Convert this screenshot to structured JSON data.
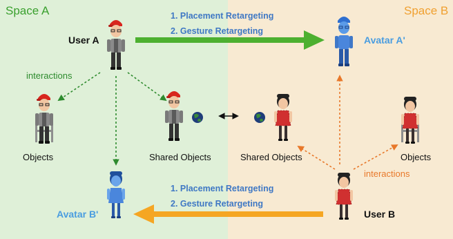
{
  "spaces": {
    "a": {
      "title": "Space A",
      "bg": "#dff0d8",
      "color": "#3aa02e"
    },
    "b": {
      "title": "Space B",
      "bg": "#f8ead2",
      "color": "#f0a030"
    }
  },
  "users": {
    "a": "User A",
    "b": "User B"
  },
  "avatars": {
    "a_prime": {
      "label": "Avatar A'",
      "color": "#4a9de0"
    },
    "b_prime": {
      "label": "Avatar B'",
      "color": "#4a9de0"
    }
  },
  "top_steps": [
    "1.  Placement Retargeting",
    "2.  Gesture Retargeting"
  ],
  "bottom_steps": [
    "1.  Placement Retargeting",
    "2.  Gesture Retargeting"
  ],
  "step_color": "#3f78c4",
  "interactions": {
    "a": {
      "label": "interactions",
      "color": "#2e8b2e"
    },
    "b": {
      "label": "interactions",
      "color": "#e8782a"
    }
  },
  "objects": {
    "a_left": "Objects",
    "a_shared": "Shared Objects",
    "b_shared": "Shared Objects",
    "b_right": "Objects"
  },
  "arrows": {
    "green": "#4db030",
    "orange": "#f5a623"
  },
  "icons": [
    "user-a-figure",
    "user-b-figure",
    "avatar-a-prime-figure",
    "avatar-b-prime-figure",
    "chair-icon",
    "globe-icon"
  ]
}
